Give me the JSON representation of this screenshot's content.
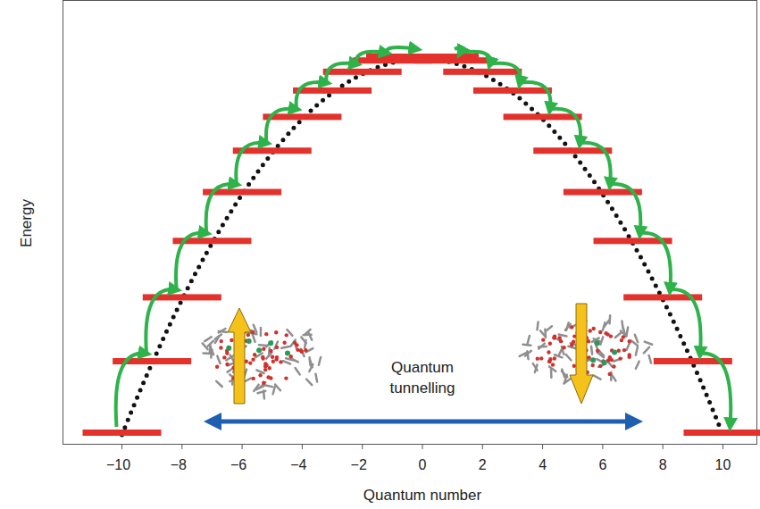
{
  "diagram": {
    "labels": [
      "Energy",
      "Quantum tunnelling",
      "−10",
      "−8",
      "−6",
      "−4",
      "−2",
      "0",
      "2",
      "4",
      "6",
      "8",
      "10",
      "Quantum number"
    ]
  }
}
